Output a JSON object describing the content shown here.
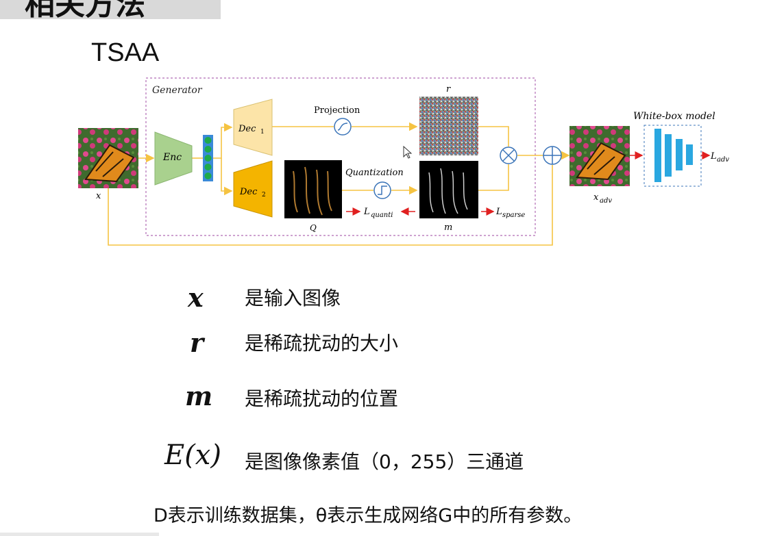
{
  "slide": {
    "title": "相关方法",
    "subtitle": "TSAA"
  },
  "diagram": {
    "generator_label": "Generator",
    "enc_label": "Enc",
    "dec1_label": "Dec",
    "dec1_sub": "1",
    "dec2_label": "Dec",
    "dec2_sub": "2",
    "projection_label": "Projection",
    "quantization_label": "Quantization",
    "r_label": "r",
    "q_label": "Q",
    "m_label": "m",
    "x_label": "x",
    "x_adv_label": "x",
    "x_adv_sub": "adv",
    "whitebox_label": "White-box model",
    "l_quanti": "L",
    "l_quanti_sub": "quanti",
    "l_sparse": "L",
    "l_sparse_sub": "sparse",
    "l_adv": "L",
    "l_adv_sub": "adv"
  },
  "definitions": [
    {
      "symbol": "x",
      "text": "是输入图像"
    },
    {
      "symbol": "r",
      "text": "是稀疏扰动的大小"
    },
    {
      "symbol": "m",
      "text": "是稀疏扰动的位置"
    },
    {
      "symbol": "E(x)",
      "text": "是图像像素值（0，255）三通道"
    }
  ],
  "footer": "D表示训练数据集，θ表示生成网络G中的所有参数。",
  "colors": {
    "line": "#f5c342",
    "arrow_red": "#e02020",
    "enc_fill": "#a9d18e",
    "dec1_fill": "#fce4a8",
    "dec2_fill": "#f4b400",
    "generator_border": "#b06ab3",
    "whitebox_bar": "#2aa7e0",
    "op_circle": "#3b74b8"
  }
}
